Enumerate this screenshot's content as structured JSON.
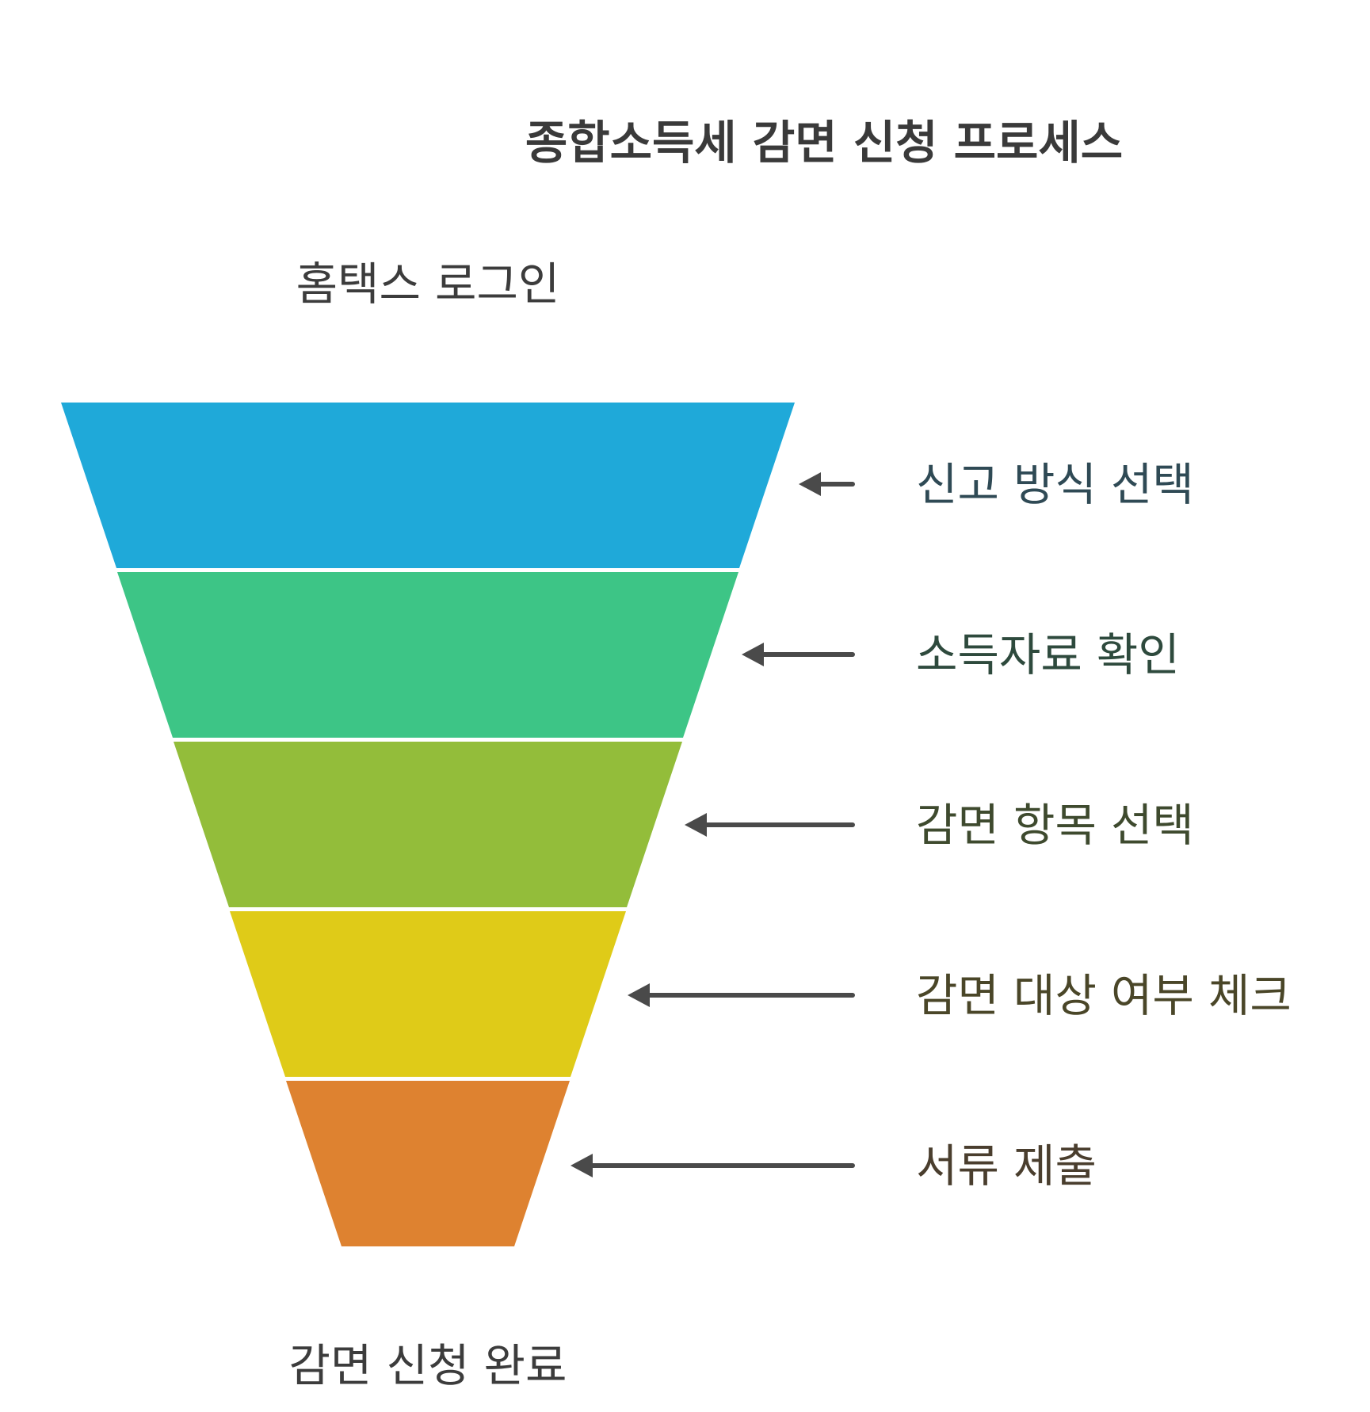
{
  "title": "종합소득세 감면 신청 프로세스",
  "start_label": "홈택스 로그인",
  "end_label": "감면 신청 완료",
  "steps": [
    {
      "label": "신고 방식 선택",
      "color": "#1FA9D9",
      "label_color": "#2F4A55"
    },
    {
      "label": "소득자료 확인",
      "color": "#3DC586",
      "label_color": "#2E4A3D"
    },
    {
      "label": "감면 항목 선택",
      "color": "#93BD3A",
      "label_color": "#3E4A2E"
    },
    {
      "label": "감면 대상 여부 체크",
      "color": "#DFCB18",
      "label_color": "#4A4628"
    },
    {
      "label": "서류 제출",
      "color": "#DE8230",
      "label_color": "#4A3E2E"
    }
  ]
}
